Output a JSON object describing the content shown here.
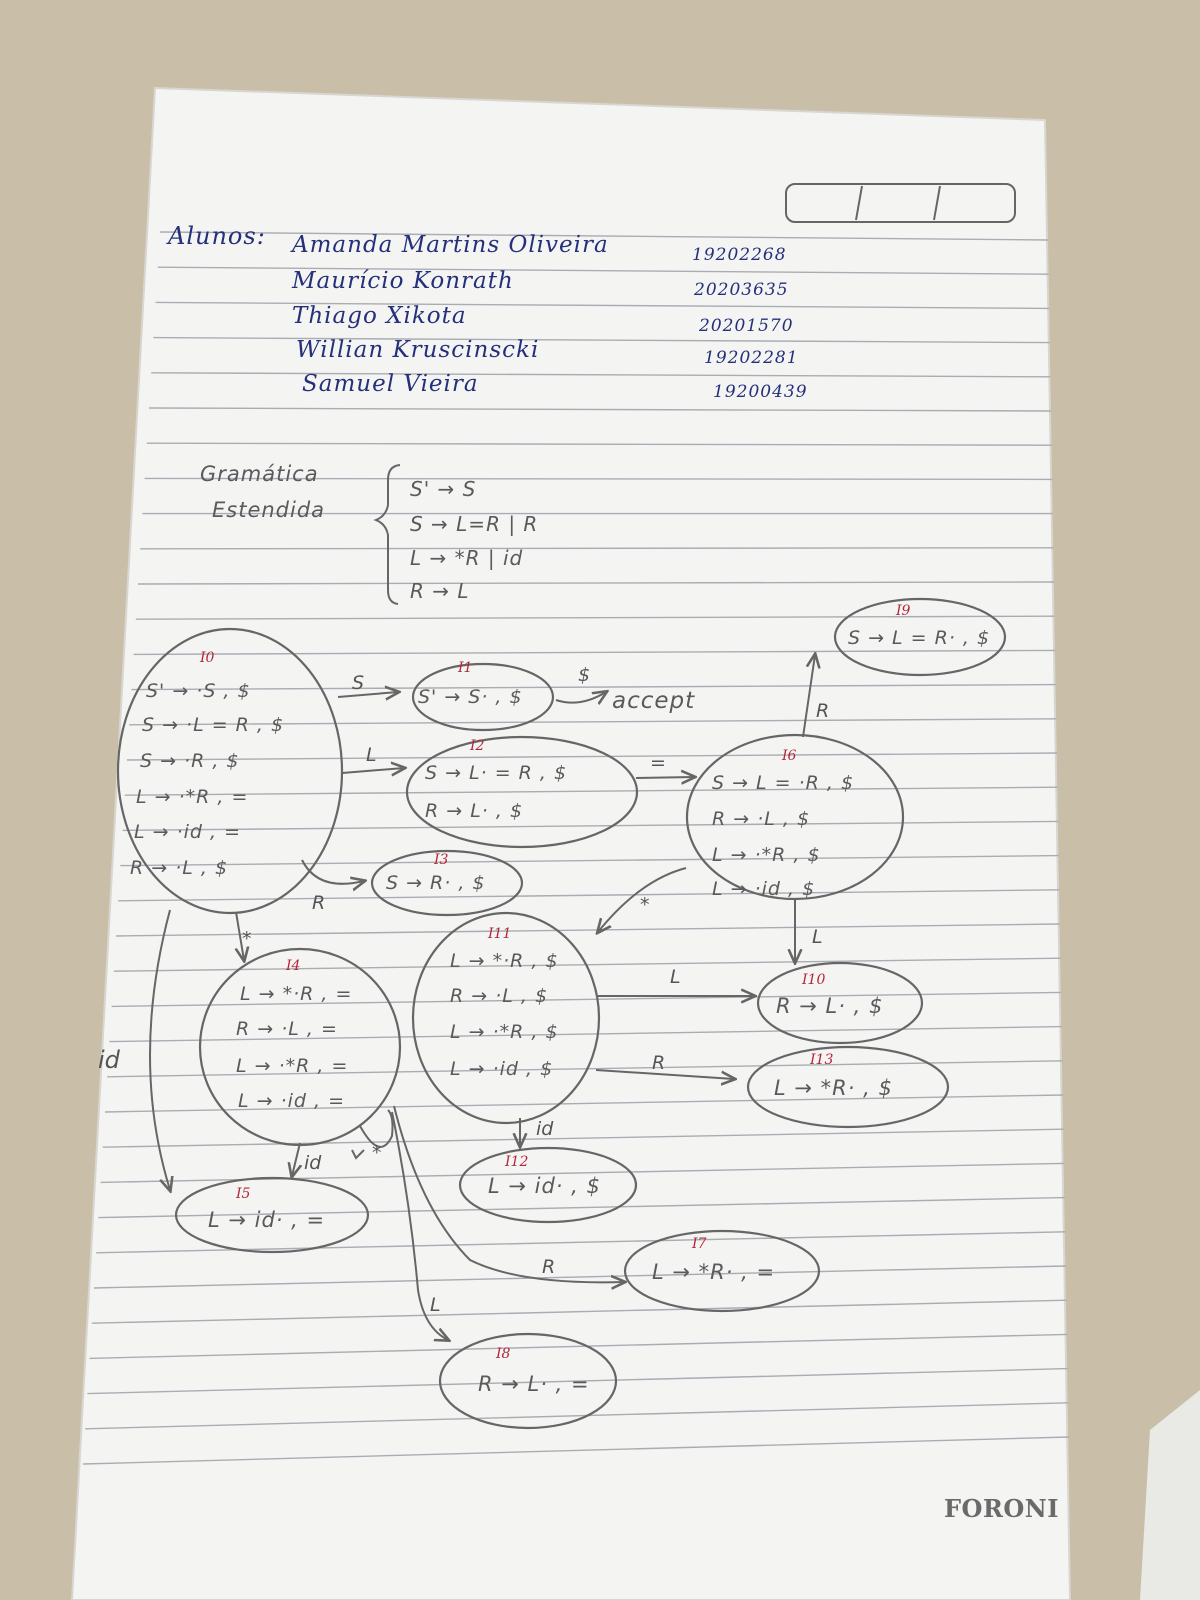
{
  "students": {
    "label": "Alunos:",
    "names": [
      "Amanda Martins Oliveira",
      "Maurício Konrath",
      "Thiago Xikota",
      "Willian Kruscinscki",
      "Samuel Vieira"
    ],
    "ids": [
      "19202268",
      "20203635",
      "20201570",
      "19202281",
      "19200439"
    ]
  },
  "grammar": {
    "label_line1": "Gramática",
    "label_line2": "Estendida",
    "rules": [
      "S' → S",
      "S → L=R | R",
      "L → *R | id",
      "R → L"
    ]
  },
  "states": {
    "I0": {
      "label": "I0",
      "items": [
        "S' → ·S , $",
        "S → ·L = R , $",
        "S → ·R , $",
        "L → ·*R , =",
        "L → ·id , =",
        "R → ·L , $"
      ]
    },
    "I1": {
      "label": "I1",
      "items": [
        "S' → S· , $"
      ]
    },
    "I2": {
      "label": "I2",
      "items": [
        "S → L· = R , $",
        "R → L· , $"
      ]
    },
    "I3": {
      "label": "I3",
      "items": [
        "S → R· , $"
      ]
    },
    "I4": {
      "label": "I4",
      "items": [
        "L → *·R , =",
        "R → ·L , =",
        "L → ·*R , =",
        "L → ·id , ="
      ]
    },
    "I5": {
      "label": "I5",
      "items": [
        "L → id· , ="
      ]
    },
    "I6": {
      "label": "I6",
      "items": [
        "S → L = ·R , $",
        "R → ·L , $",
        "L → ·*R , $",
        "L → ·id , $"
      ]
    },
    "I7": {
      "label": "I7",
      "items": [
        "L → *R· , ="
      ]
    },
    "I8": {
      "label": "I8",
      "items": [
        "R → L· , ="
      ]
    },
    "I9": {
      "label": "I9",
      "items": [
        "S → L = R· , $"
      ]
    },
    "I10": {
      "label": "I10",
      "items": [
        "R → L· , $"
      ]
    },
    "I11": {
      "label": "I11",
      "items": [
        "L → *·R , $",
        "R → ·L , $",
        "L → ·*R , $",
        "L → ·id , $"
      ]
    },
    "I12": {
      "label": "I12",
      "items": [
        "L → id· , $"
      ]
    },
    "I13": {
      "label": "I13",
      "items": [
        "L → *R· , $"
      ]
    }
  },
  "transitions": {
    "I0_I1": "S",
    "I1_accept": "$",
    "accept_text": "accept",
    "I0_I2": "L",
    "I2_I6": "=",
    "I0_I3": "R",
    "I0_I4": "*",
    "I0_I5": "id",
    "I6_I9": "R",
    "I6_I10": "L",
    "I6_I11": "*",
    "I11_I10": "L",
    "I11_I13": "R",
    "I11_I12": "id",
    "I4_I5": "id",
    "I4_I4": "*",
    "I4_I7": "R",
    "I4_I8": "L"
  },
  "brand": "FORONI",
  "colors": {
    "ink_blue": "#24307a",
    "pencil": "#5a5a5a",
    "state_label_red": "#b3263a",
    "paper": "#f4f4f2",
    "background": "#c9bea8"
  }
}
